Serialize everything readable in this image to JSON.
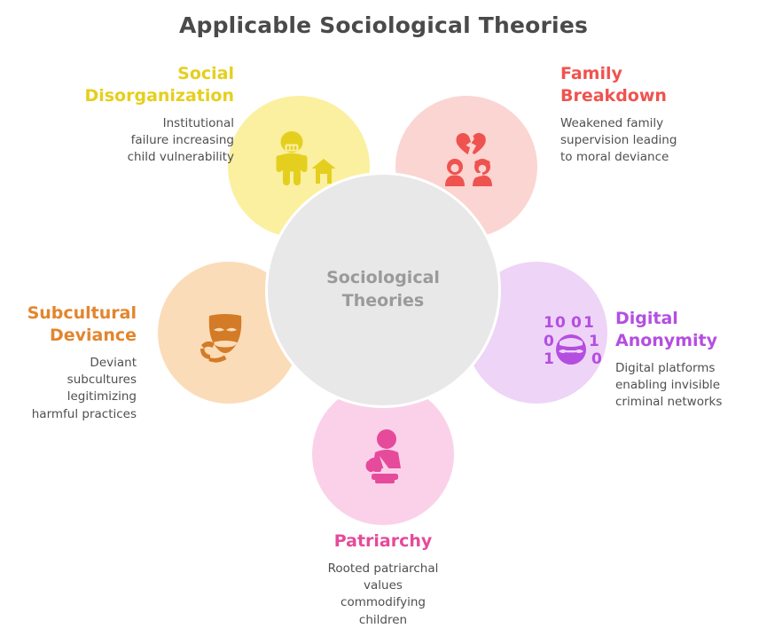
{
  "title": "Applicable Sociological Theories",
  "center": {
    "label": "Sociological\nTheories",
    "fill": "#e8e8e8",
    "text_color": "#9a9a9a"
  },
  "nodes": [
    {
      "id": "social-disorganization",
      "heading": "Social\nDisorganization",
      "description": "Institutional\nfailure increasing\nchild vulnerability",
      "color": "#e5cf1e",
      "circle_fill": "#faf0a0",
      "icon": "child-house-icon",
      "position": "top-left"
    },
    {
      "id": "family-breakdown",
      "heading": "Family\nBreakdown",
      "description": "Weakened family\nsupervision leading\nto moral deviance",
      "color": "#ef5350",
      "circle_fill": "#fbd5d2",
      "icon": "broken-heart-family-icon",
      "position": "top-right"
    },
    {
      "id": "subcultural-deviance",
      "heading": "Subcultural\nDeviance",
      "description": "Deviant\nsubcultures\nlegitimizing\nharmful practices",
      "color": "#e3852e",
      "circle_fill": "#fbdcb8",
      "icon": "theater-mask-icon",
      "position": "mid-left"
    },
    {
      "id": "digital-anonymity",
      "heading": "Digital\nAnonymity",
      "description": "Digital platforms\nenabling invisible\ncriminal networks",
      "color": "#b44ee0",
      "circle_fill": "#eed4f7",
      "icon": "binary-masked-face-icon",
      "position": "mid-right"
    },
    {
      "id": "patriarchy",
      "heading": "Patriarchy",
      "description": "Rooted patriarchal\nvalues\ncommodifying\nchildren",
      "color": "#e64a9b",
      "circle_fill": "#fbd1ea",
      "icon": "mother-child-icon",
      "position": "bottom"
    }
  ],
  "chart_data": {
    "type": "diagram",
    "subtype": "petal-venn",
    "title": "Applicable Sociological Theories",
    "center_label": "Sociological Theories",
    "categories": [
      "Social Disorganization",
      "Family Breakdown",
      "Subcultural Deviance",
      "Digital Anonymity",
      "Patriarchy"
    ],
    "count": 5
  }
}
